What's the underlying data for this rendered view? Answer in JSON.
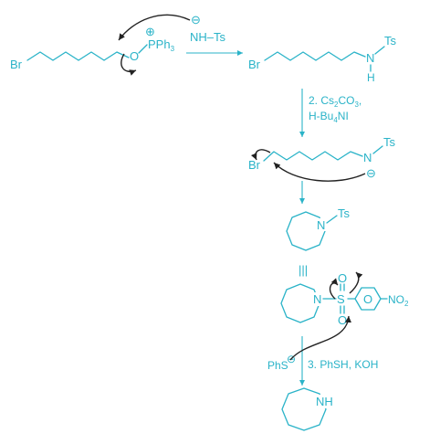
{
  "reactants": {
    "bromo_chain_label": "Br",
    "oxygen_label": "O",
    "phosphonium_plus": "⊕",
    "phosphonium_label": "PPh",
    "phosphonium_sub": "3",
    "nucleophile_minus": "⊖",
    "nucleophile_label": "NH–Ts"
  },
  "product1": {
    "br": "Br",
    "n": "N",
    "h": "H",
    "ts": "Ts"
  },
  "step2": {
    "line1_a": "2. Cs",
    "line1_sub1": "2",
    "line1_b": "CO",
    "line1_sub2": "3",
    "line1_c": ",",
    "line2_a": "H-Bu",
    "line2_sub": "4",
    "line2_b": "NI"
  },
  "anion": {
    "br": "Br",
    "n": "N",
    "ts": "Ts",
    "minus": "⊖"
  },
  "azocane_ts": {
    "n": "N",
    "ts": "Ts"
  },
  "equiv_symbol": "|||",
  "nosyl": {
    "n": "N",
    "s": "S",
    "o_top": "O",
    "o_bottom": "O",
    "o_ring": "O",
    "no2": "NO",
    "no2_sub": "2"
  },
  "step3": {
    "phs": "PhS",
    "phs_minus": "⊖",
    "label": "3. PhSH, KOH"
  },
  "final": {
    "nh": "NH"
  }
}
